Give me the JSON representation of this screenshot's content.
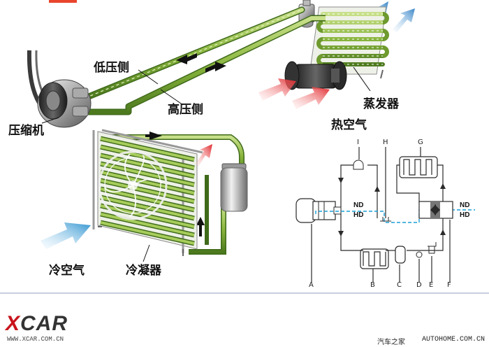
{
  "labels": {
    "compressor": "压缩机",
    "low_side": "低压侧",
    "high_side": "高压侧",
    "evaporator": "蒸发器",
    "hot_air": "热空气",
    "cold_air": "冷空气",
    "condenser": "冷凝器"
  },
  "schematic": {
    "nd": "ND",
    "hd": "HD",
    "nd_right": "ND",
    "hd_right": "HD",
    "letters_top": [
      "I",
      "H",
      "G"
    ],
    "letters_bottom": [
      "A",
      "B",
      "C",
      "D",
      "E",
      "F"
    ]
  },
  "footer": {
    "logo_x": "X",
    "logo_rest": "CAR",
    "logo_url": "WWW.XCAR.COM.CN",
    "site_cn": "汽车之家",
    "site_en": "AUTOHOME.COM.CN"
  },
  "colors": {
    "pipe_green": "#8ab63e",
    "pipe_dark": "#3f6a1a",
    "hot_arrow": "#e0262a",
    "cold_arrow": "#3a9fd6",
    "schematic_line": "#2a2a2a",
    "schematic_dash": "#1a9fd6"
  }
}
